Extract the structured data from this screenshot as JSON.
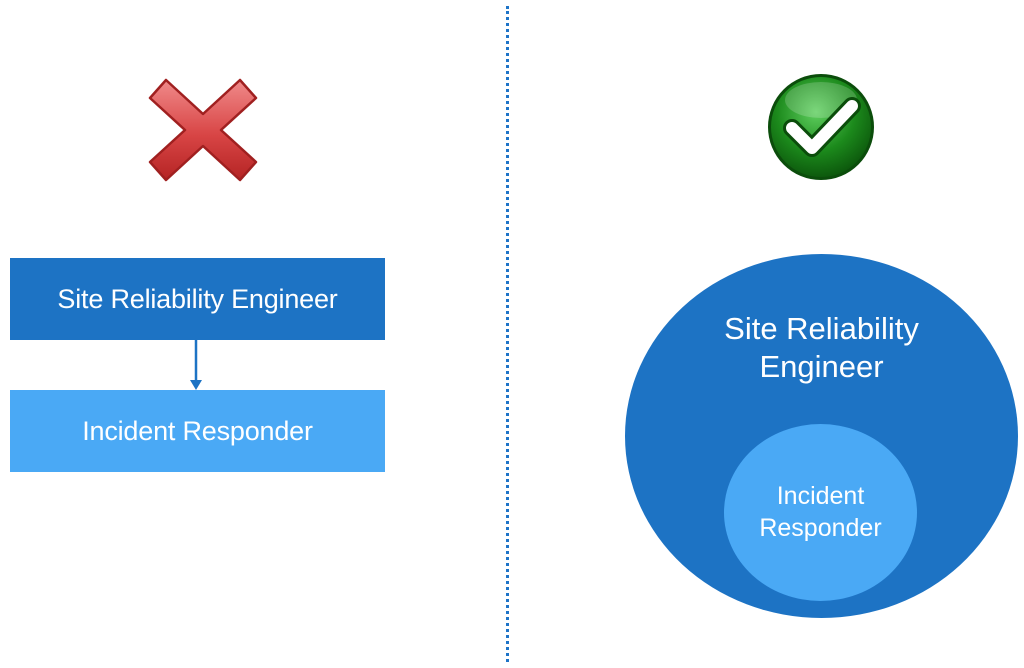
{
  "left_panel": {
    "status_icon": "cross-icon",
    "top_box_label": "Site Reliability Engineer",
    "bottom_box_label": "Incident Responder"
  },
  "right_panel": {
    "status_icon": "check-icon",
    "outer_circle_label_line1": "Site Reliability",
    "outer_circle_label_line2": "Engineer",
    "inner_circle_label_line1": "Incident",
    "inner_circle_label_line2": "Responder"
  },
  "colors": {
    "primary_blue": "#1d73c4",
    "light_blue": "#4aa9f5",
    "cross_red": "#d23a3a",
    "check_green": "#1a8a1a"
  }
}
